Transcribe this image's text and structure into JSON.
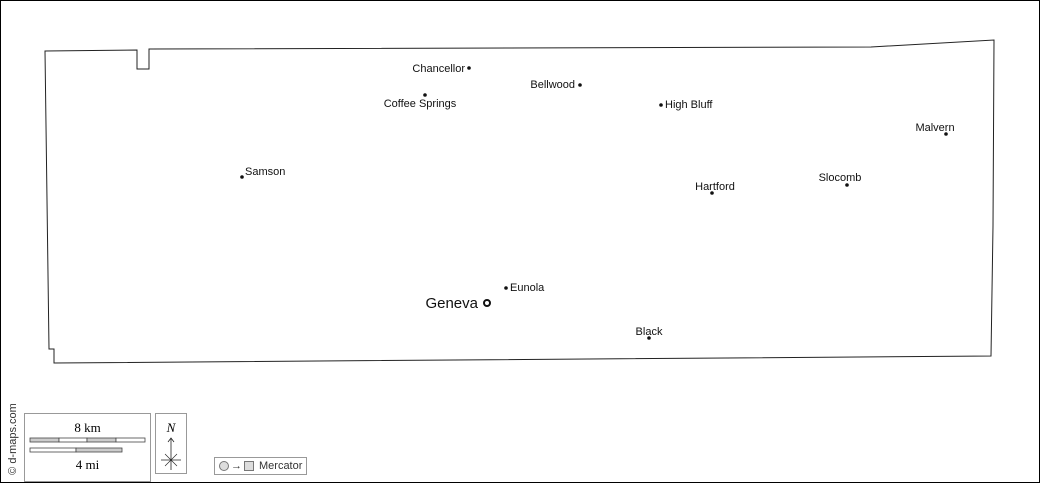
{
  "map": {
    "capital": {
      "name": "Geneva"
    },
    "towns": [
      {
        "name": "Chancellor"
      },
      {
        "name": "Bellwood"
      },
      {
        "name": "Coffee Springs"
      },
      {
        "name": "High Bluff"
      },
      {
        "name": "Malvern"
      },
      {
        "name": "Samson"
      },
      {
        "name": "Hartford"
      },
      {
        "name": "Slocomb"
      },
      {
        "name": "Eunola"
      },
      {
        "name": "Black"
      }
    ]
  },
  "scale": {
    "km_label": "8 km",
    "mi_label": "4 mi"
  },
  "north": {
    "label": "N"
  },
  "projection": {
    "label": "Mercator",
    "arrow": "→"
  },
  "credit": "© d-maps.com"
}
